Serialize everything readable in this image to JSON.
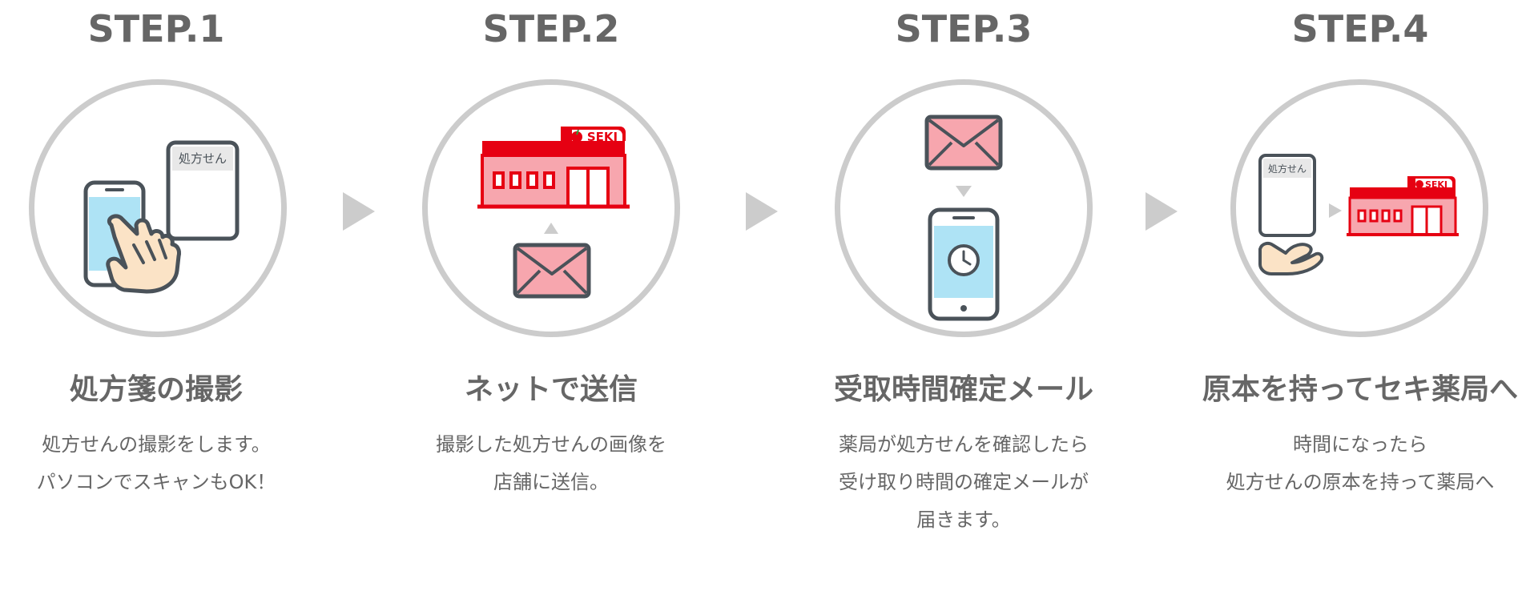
{
  "colors": {
    "text": "#666666",
    "circle_border": "#cccccc",
    "brand_red": "#e60012",
    "pink": "#f7a6ae",
    "light_blue": "#aee3f5",
    "skin": "#fbe3c6",
    "outline": "#4a5259"
  },
  "steps": [
    {
      "label": "STEP.1",
      "title": "処方箋の撮影",
      "desc": [
        "処方せんの撮影をします。",
        "パソコンでスキャンもOK！"
      ],
      "icons": [
        "smartphone-icon",
        "hand-pointer-icon",
        "prescription-icon"
      ],
      "prescription_label": "処方せん"
    },
    {
      "label": "STEP.2",
      "title": "ネットで送信",
      "desc": [
        "撮影した処方せんの画像を",
        "店舗に送信。"
      ],
      "icons": [
        "pharmacy-store-icon",
        "up-arrow-icon",
        "mail-icon"
      ],
      "store_sign": "SEKI"
    },
    {
      "label": "STEP.3",
      "title": "受取時間確定メール",
      "desc": [
        "薬局が処方せんを確認したら",
        "受け取り時間の確定メールが",
        "届きます。"
      ],
      "icons": [
        "mail-icon",
        "down-arrow-icon",
        "smartphone-clock-icon"
      ]
    },
    {
      "label": "STEP.4",
      "title": "原本を持ってセキ薬局へ",
      "desc": [
        "時間になったら",
        "処方せんの原本を持って薬局へ"
      ],
      "icons": [
        "prescription-icon",
        "hand-icon",
        "right-arrow-icon",
        "pharmacy-store-icon"
      ],
      "prescription_label": "処方せん",
      "store_sign": "SEKI"
    }
  ]
}
